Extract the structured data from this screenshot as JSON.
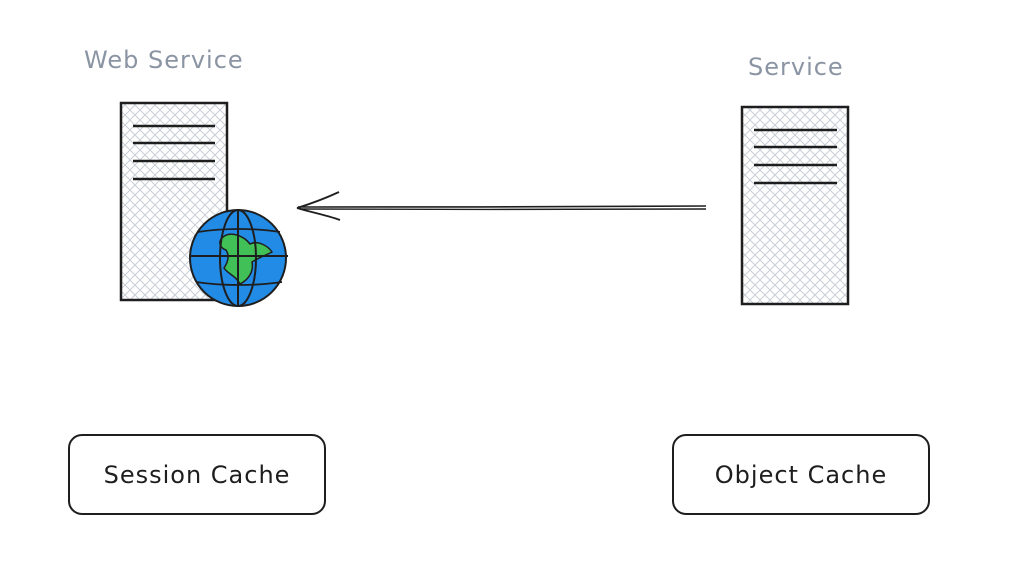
{
  "nodes": {
    "web_service": {
      "label": "Web Service"
    },
    "service": {
      "label": "Service"
    },
    "session_cache": {
      "label": "Session Cache"
    },
    "object_cache": {
      "label": "Object Cache"
    }
  },
  "edges": [
    {
      "from": "service",
      "to": "web_service",
      "label": ""
    }
  ],
  "colors": {
    "stroke": "#1e1e1e",
    "label_gray": "#8a94a3",
    "hatch": "#c9ced6",
    "globe_blue": "#228be6",
    "globe_land": "#40c057"
  },
  "icons": [
    "server-icon",
    "globe-icon",
    "arrow-left-icon"
  ]
}
